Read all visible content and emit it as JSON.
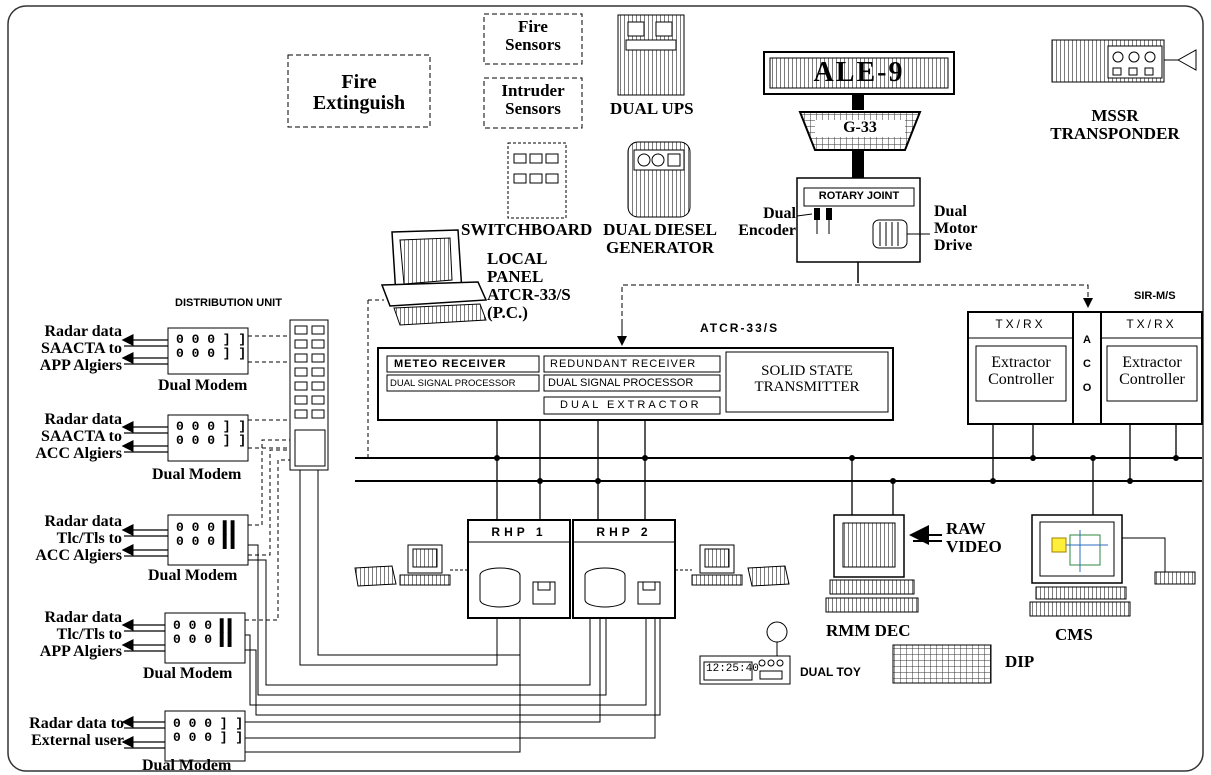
{
  "labels": {
    "fire_extinguish": [
      "Fire",
      "Extinguish"
    ],
    "fire_sensors": [
      "Fire",
      "Sensors"
    ],
    "intruder_sensors": [
      "Intruder",
      "Sensors"
    ],
    "dual_ups": "DUAL UPS",
    "ale9": "ALE-9",
    "g33": "G-33",
    "mssr": [
      "MSSR",
      "TRANSPONDER"
    ],
    "switchboard": "SWITCHBOARD",
    "dual_diesel": [
      "DUAL DIESEL",
      "GENERATOR"
    ],
    "rotary_joint": "ROTARY JOINT",
    "dual_encoder": [
      "Dual",
      "Encoder"
    ],
    "dual_motor": [
      "Dual",
      "Motor",
      "Drive"
    ],
    "local_panel": [
      "LOCAL",
      "PANEL",
      "ATCR-33/S",
      "(P.C.)"
    ],
    "distribution_unit": "DISTRIBUTION UNIT",
    "sir": "SIR-M/S",
    "atcr": "ATCR-33/S",
    "meteo_receiver": "METEO RECEIVER",
    "dual_signal_processor_1": "DUAL SIGNAL PROCESSOR",
    "redundant_receiver": "REDUNDANT RECEIVER",
    "dual_signal_processor_2": "DUAL SIGNAL PROCESSOR",
    "dual_extractor": "DUAL EXTRACTOR",
    "solid_state": [
      "SOLID STATE",
      "TRANSMITTER"
    ],
    "txrx_left": "TX/RX",
    "txrx_right": "TX/RX",
    "aco": [
      "A",
      "C",
      "O"
    ],
    "extractor_left": [
      "Extractor",
      "Controller"
    ],
    "extractor_right": [
      "Extractor",
      "Controller"
    ],
    "rhp1": "RHP 1",
    "rhp2": "RHP 2",
    "raw_video": [
      "RAW",
      "VIDEO"
    ],
    "rmm_dec": "RMM DEC",
    "cms": "CMS",
    "clock": "12:25:40",
    "dual_toy": "DUAL TOY",
    "dip": "DIP",
    "modem_label": "Dual Modem",
    "modem1": [
      "Radar data",
      "SAACTA to",
      "APP Algiers"
    ],
    "modem2": [
      "Radar data",
      "SAACTA to",
      "ACC Algiers"
    ],
    "modem3": [
      "Radar data",
      "Tlc/Tls to",
      "ACC Algiers"
    ],
    "modem4": [
      "Radar data",
      "Tlc/Tls to",
      "APP  Algiers"
    ],
    "modem5": [
      "Radar data to",
      "External user"
    ]
  }
}
